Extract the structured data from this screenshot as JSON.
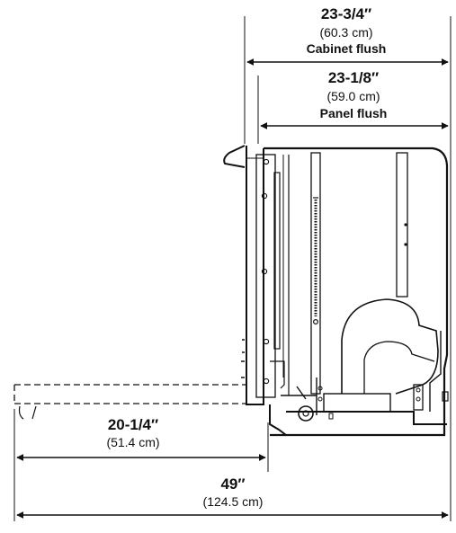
{
  "dimensions": {
    "cabinet_flush": {
      "value": "23-3/4″",
      "metric": "(60.3 cm)",
      "label": "Cabinet flush"
    },
    "panel_flush": {
      "value": "23-1/8″",
      "metric": "(59.0 cm)",
      "label": "Panel flush"
    },
    "door_open": {
      "value": "20-1/4″",
      "metric": "(51.4 cm)"
    },
    "total_depth": {
      "value": "49″",
      "metric": "(124.5 cm)"
    }
  }
}
